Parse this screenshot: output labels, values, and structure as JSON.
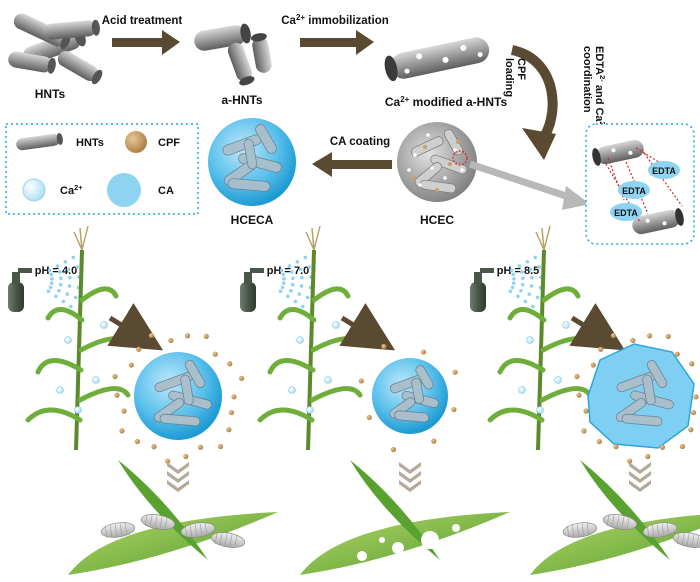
{
  "steps": {
    "hnts": "HNTs",
    "a_hnts": "a-HNTs",
    "ca_mod_pre": "Ca",
    "ca_mod_sup": "2+",
    "ca_mod_post": " modified a-HNTs",
    "hcec": "HCEC",
    "hceca": "HCECA"
  },
  "arrows": {
    "acid": "Acid treatment",
    "ca_imm_pre": "Ca",
    "ca_imm_sup": "2+",
    "ca_imm_post": " immobilization",
    "cpf_line1": "CPF",
    "cpf_line2": "loading",
    "edta_line1_pre": "EDTA",
    "edta_line1_sup": "2-",
    "edta_line1_post": " and Ca",
    "edta_line1_sup2": "2+",
    "edta_line2": "coordination",
    "ca_coating": "CA coating"
  },
  "legend": {
    "hnts": "HNTs",
    "cpf": "CPF",
    "ca2_pre": "Ca",
    "ca2_sup": "2+",
    "ca": "CA"
  },
  "inset": {
    "edta_labels": [
      "EDTA",
      "EDTA",
      "EDTA"
    ]
  },
  "scenarios": [
    {
      "ph": "pH = 4.0",
      "outcome": "intact-leaf"
    },
    {
      "ph": "pH = 7.0",
      "outcome": "damaged-leaf"
    },
    {
      "ph": "pH = 8.5",
      "outcome": "intact-leaf"
    }
  ],
  "colors": {
    "arrow": "#5b4a32",
    "ca_shell": "#3fb2e3",
    "ca_light": "#8fd3f2",
    "cpf": "#c9a06a",
    "tube": "#9a9a9a",
    "leaf": "#6fae3a",
    "dotted_border": "#2aa6dd",
    "grey_arrow": "#b8b8b8"
  }
}
